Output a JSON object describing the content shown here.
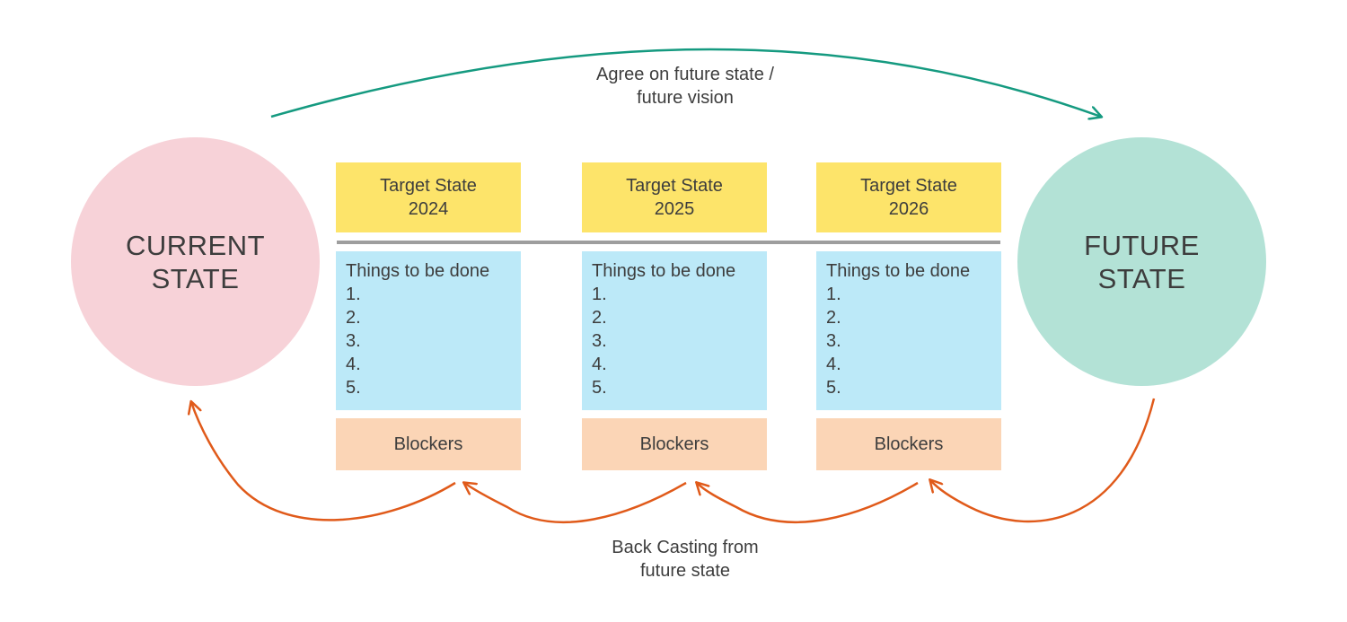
{
  "current_state": {
    "line1": "CURRENT",
    "line2": "STATE",
    "color": "#f7d2d8"
  },
  "future_state": {
    "line1": "FUTURE",
    "line2": "STATE",
    "color": "#b3e2d6"
  },
  "top_caption": {
    "line1": "Agree on future state /",
    "line2": "future vision",
    "arrow_color": "#159a80"
  },
  "bottom_caption": {
    "line1": "Back Casting from",
    "line2": "future state",
    "arrow_color": "#e05a1a"
  },
  "columns": [
    {
      "target_line1": "Target State",
      "target_line2": "2024",
      "todo_title": "Things to be done",
      "todo_items": [
        "1.",
        "2.",
        "3.",
        "4.",
        "5."
      ],
      "blockers": "Blockers"
    },
    {
      "target_line1": "Target State",
      "target_line2": "2025",
      "todo_title": "Things to be done",
      "todo_items": [
        "1.",
        "2.",
        "3.",
        "4.",
        "5."
      ],
      "blockers": "Blockers"
    },
    {
      "target_line1": "Target State",
      "target_line2": "2026",
      "todo_title": "Things to be done",
      "todo_items": [
        "1.",
        "2.",
        "3.",
        "4.",
        "5."
      ],
      "blockers": "Blockers"
    }
  ],
  "colors": {
    "target": "#fde46a",
    "todo": "#bce9f8",
    "blockers": "#fbd5b6",
    "divider": "#9e9e9e"
  }
}
